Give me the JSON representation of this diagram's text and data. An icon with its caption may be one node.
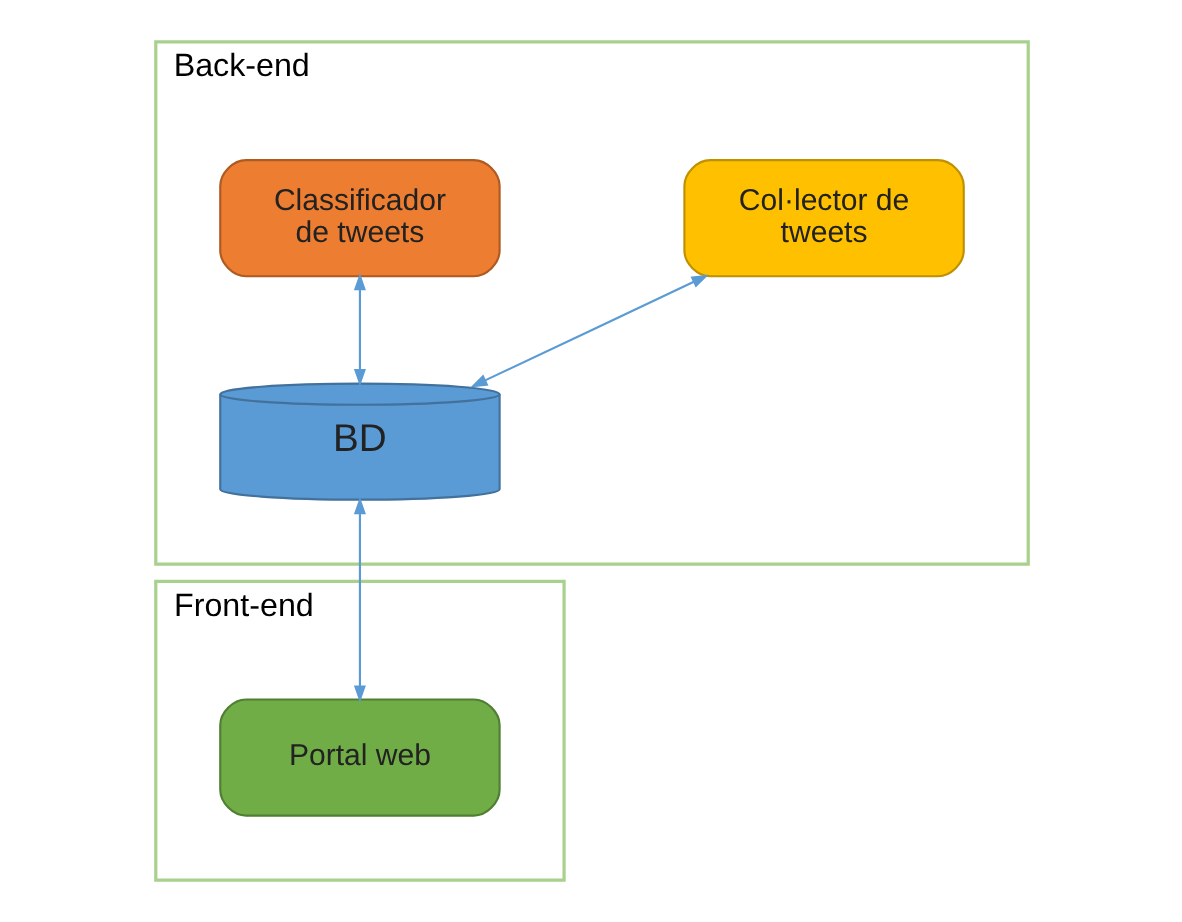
{
  "diagram": {
    "nodes": [
      {
        "text": [
          "Back-end"
        ]
      },
      {
        "text": [
          "Col·lector de tweets"
        ],
        "in": 0
      },
      {
        "text": [
          "Classificador de tweets"
        ],
        "in": 0
      },
      {
        "text": [
          "BD"
        ],
        "in": 0
      },
      {
        "text": [
          "Front-end"
        ]
      },
      {
        "text": [
          "Portal web"
        ],
        "in": 4
      }
    ],
    "edges": [
      {
        "from": 1,
        "to": 3,
        "arrow": "both"
      },
      {
        "from": 2,
        "to": 3,
        "arrow": "both"
      },
      {
        "from": 3,
        "to": 5,
        "arrow": "both"
      }
    ]
  }
}
